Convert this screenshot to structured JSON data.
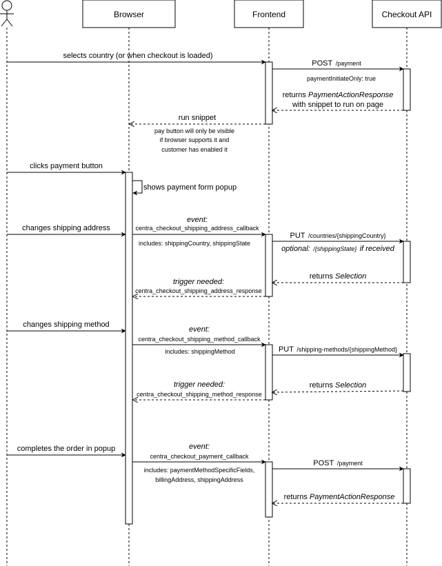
{
  "participants": {
    "actor": "",
    "browser": "Browser",
    "frontend": "Frontend",
    "checkout_api": "Checkout API"
  },
  "messages": {
    "m1": "selects country (or when checkout is loaded)",
    "m2_a": "POST",
    "m2_b": "/payment",
    "m2_note": "paymentInitiateOnly: true",
    "m3_a": "returns",
    "m3_b": "PaymentActionResponse",
    "m3_c": "with snippet to run on page",
    "m4": "run snippet",
    "m4_note1": "pay button will only be visible",
    "m4_note2": "if browser supports it and",
    "m4_note3": "customer has enabled it",
    "m5": "clicks payment button",
    "m6": "shows payment form popup",
    "m7": "changes shipping address",
    "m8_a": "event:",
    "m8_b": "centra_checkout_shipping_address_callback",
    "m8_note": "includes: shippingCountry, shippingState",
    "m9_a": "PUT",
    "m9_b": "/countries/{shippingCountry}",
    "m9_c": "optional:",
    "m9_d": "/{shippingState}",
    "m9_e": "if received",
    "m10_a": "returns",
    "m10_b": "Selection",
    "m11_a": "trigger needed:",
    "m11_b": "centra_checkout_shipping_address_response",
    "m12": "changes shipping method",
    "m13_a": "event:",
    "m13_b": "centra_checkout_shipping_method_callback",
    "m13_note": "includes: shippingMethod",
    "m14_a": "PUT",
    "m14_b": "/shipping-methods/{shippingMethod}",
    "m15_a": "returns",
    "m15_b": "Selection",
    "m16_a": "trigger needed:",
    "m16_b": "centra_checkout_shipping_method_response",
    "m17": "completes the order in popup",
    "m18_a": "event:",
    "m18_b": "centra_checkout_payment_callback",
    "m18_note1": "includes: paymentMethodSpecificFields,",
    "m18_note2": "billingAddress, shippingAddress",
    "m19_a": "POST",
    "m19_b": "/payment",
    "m20_a": "returns",
    "m20_b": "PaymentActionResponse"
  }
}
